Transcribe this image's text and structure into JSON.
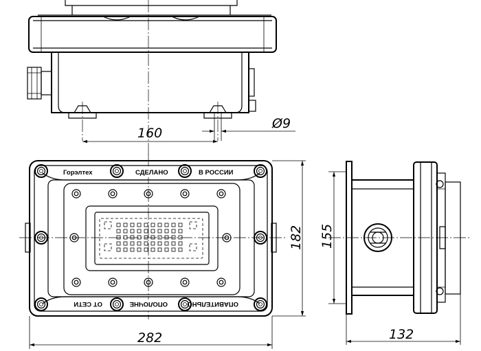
{
  "dimensions": {
    "bolt_spacing": "160",
    "hole_diameter": "Ø9",
    "width": "282",
    "height": "182",
    "flange_height": "155",
    "depth": "132"
  },
  "labels": {
    "brand": "Горэлтех",
    "made": "СДЕЛАНО",
    "in_russia": "В РОССИИ",
    "bottom_left": "ОТ СЕТИ",
    "bottom_mid": "ОПОЛОЧНЕ",
    "bottom_right": "ОПАВИТЕЛЬНО"
  }
}
